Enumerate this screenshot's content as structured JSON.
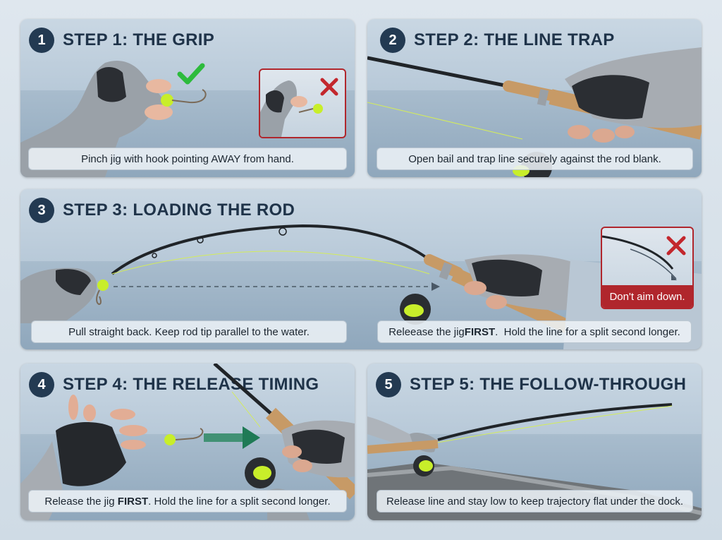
{
  "steps": [
    {
      "num": "1",
      "title": "STEP 1: THE GRIP",
      "caption": "Pinch jig with hook pointing AWAY from hand."
    },
    {
      "num": "2",
      "title": "STEP 2: THE LINE TRAP",
      "caption": "Open bail and trap line securely against the rod blank."
    },
    {
      "num": "3",
      "title": "STEP 3: LOADING THE ROD",
      "caption_left": "Pull straight back. Keep rod tip parallel to the water.",
      "caption_right_pre": "Releease the jig ",
      "caption_right_bold": "FIRST",
      "caption_right_post": ".  Hold the line for a split second longer.",
      "warning": "Don't aim down."
    },
    {
      "num": "4",
      "title": "STEP 4: THE RELEASE TIMING",
      "caption_pre": "Release the jig ",
      "caption_bold": "FIRST",
      "caption_post": ". Hold the line for a split second longer."
    },
    {
      "num": "5",
      "title": "STEP 5: THE FOLLOW-THROUGH",
      "caption": "Release line and stay low to keep trajectory flat under the dock."
    }
  ],
  "icons": {
    "correct": "check-icon",
    "incorrect": "x-icon"
  },
  "colors": {
    "badge": "#233a52",
    "title": "#1f3349",
    "check": "#2dbb3c",
    "cross": "#c3272d",
    "jig": "#c8ee2a",
    "arrow": "#1f7a55"
  }
}
